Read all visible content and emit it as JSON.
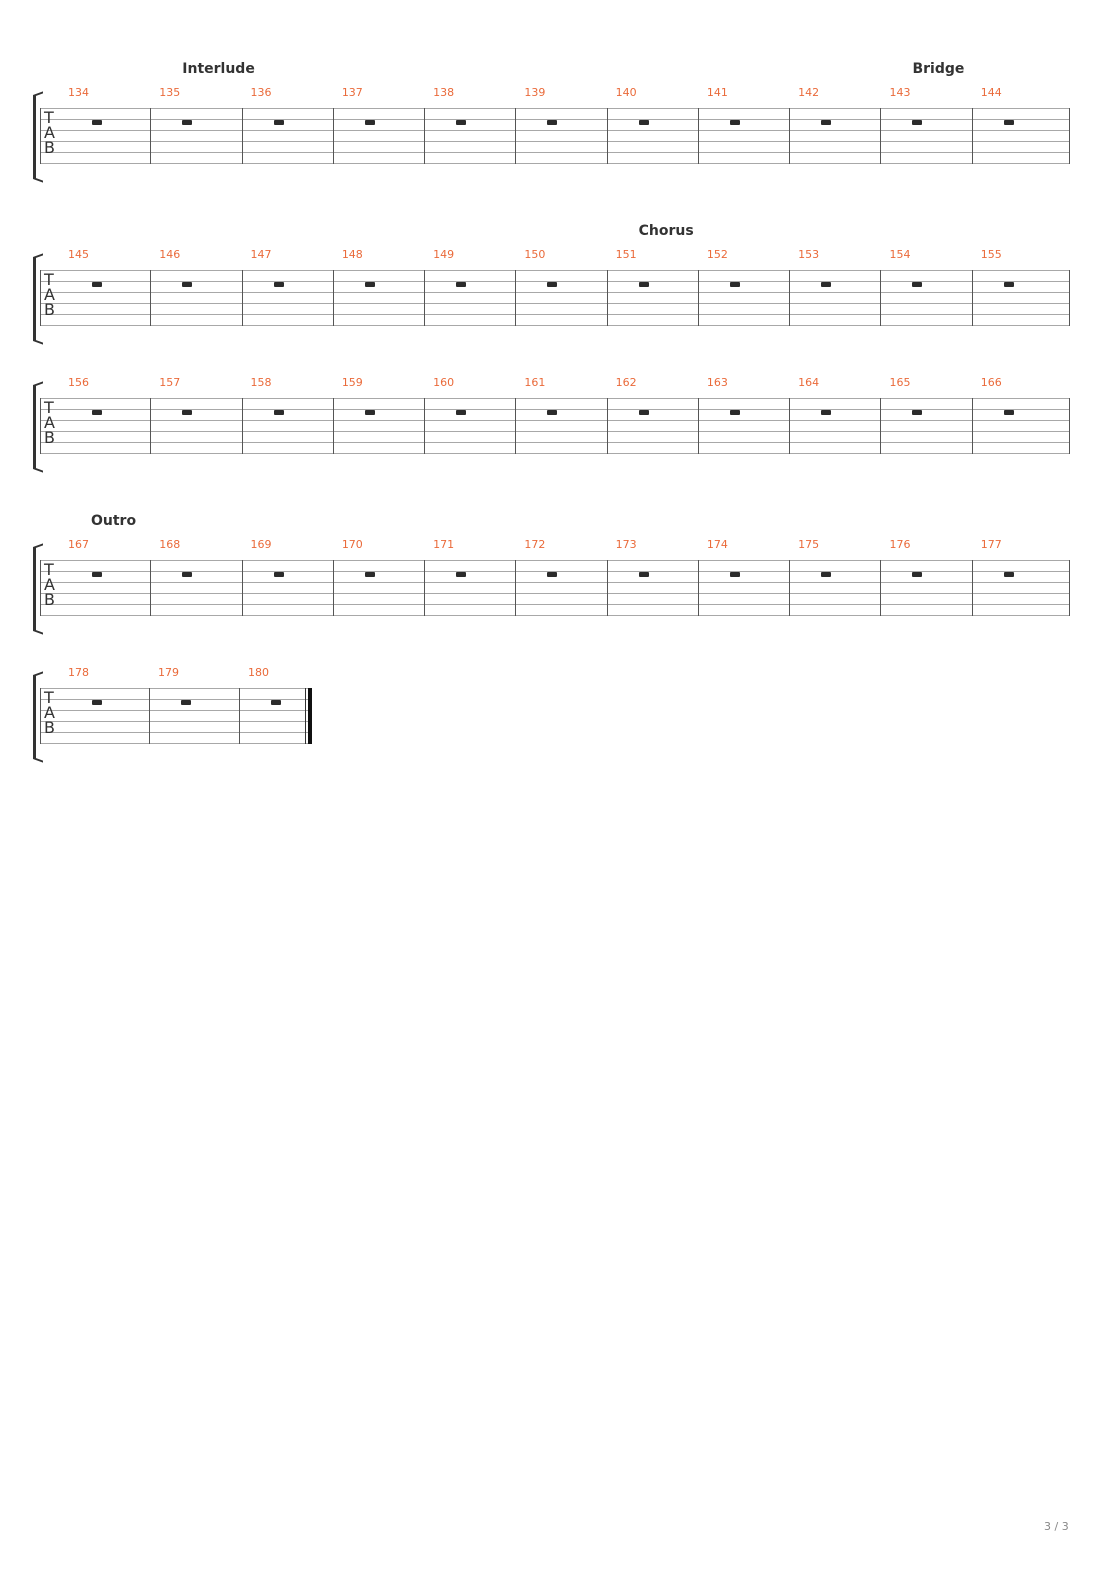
{
  "systems": [
    {
      "labels": [
        {
          "text": "Interlude",
          "measure_index": 1
        },
        {
          "text": "Bridge",
          "measure_index": 9
        }
      ],
      "bars": [
        "134",
        "135",
        "136",
        "137",
        "138",
        "139",
        "140",
        "141",
        "142",
        "143",
        "144"
      ],
      "final": false
    },
    {
      "labels": [
        {
          "text": "Chorus",
          "measure_index": 6
        }
      ],
      "bars": [
        "145",
        "146",
        "147",
        "148",
        "149",
        "150",
        "151",
        "152",
        "153",
        "154",
        "155"
      ],
      "final": false
    },
    {
      "labels": [],
      "bars": [
        "156",
        "157",
        "158",
        "159",
        "160",
        "161",
        "162",
        "163",
        "164",
        "165",
        "166"
      ],
      "final": false
    },
    {
      "labels": [
        {
          "text": "Outro",
          "measure_index": 0
        }
      ],
      "bars": [
        "167",
        "168",
        "169",
        "170",
        "171",
        "172",
        "173",
        "174",
        "175",
        "176",
        "177"
      ],
      "final": false
    },
    {
      "labels": [],
      "bars": [
        "178",
        "179",
        "180"
      ],
      "final": true
    }
  ],
  "tab_letters": [
    "T",
    "A",
    "B"
  ],
  "colors": {
    "bar_number": "#ea6a3a",
    "text": "#333333",
    "staff": "#a8a8a8"
  },
  "page_number": "3 / 3"
}
